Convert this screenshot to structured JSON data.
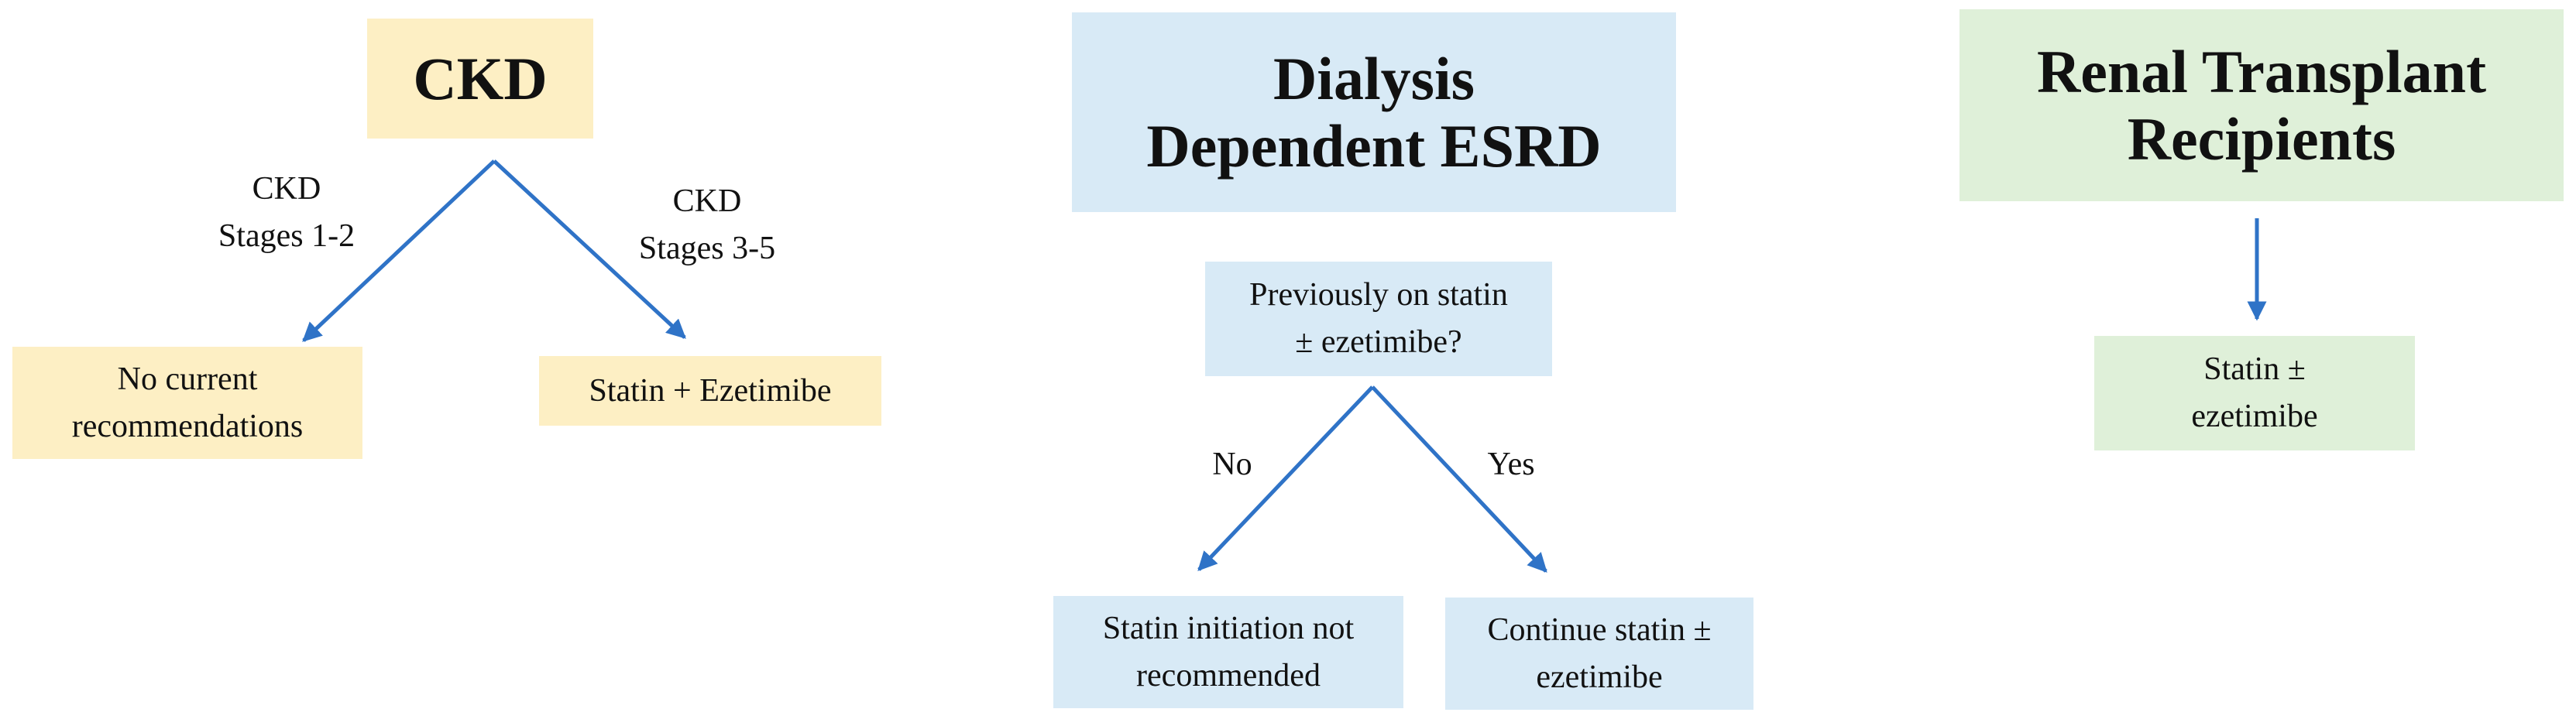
{
  "colors": {
    "ckd": "#fdefc4",
    "dialysis": "#d8eaf6",
    "transplant": "#dff0d9",
    "arrow": "#2f73c7"
  },
  "ckd": {
    "title": "CKD",
    "left_label": [
      "CKD",
      "Stages 1-2"
    ],
    "right_label": [
      "CKD",
      "Stages 3-5"
    ],
    "left_result": [
      "No current",
      "recommendations"
    ],
    "right_result": [
      "Statin + Ezetimibe"
    ]
  },
  "dialysis": {
    "title": [
      "Dialysis",
      "Dependent ESRD"
    ],
    "question": [
      "Previously on statin",
      "± ezetimibe?"
    ],
    "no_label": "No",
    "yes_label": "Yes",
    "no_result": [
      "Statin initiation not",
      "recommended"
    ],
    "yes_result": [
      "Continue statin ±",
      "ezetimibe"
    ]
  },
  "transplant": {
    "title": [
      "Renal Transplant",
      "Recipients"
    ],
    "result": [
      "Statin ±",
      "ezetimibe"
    ]
  }
}
